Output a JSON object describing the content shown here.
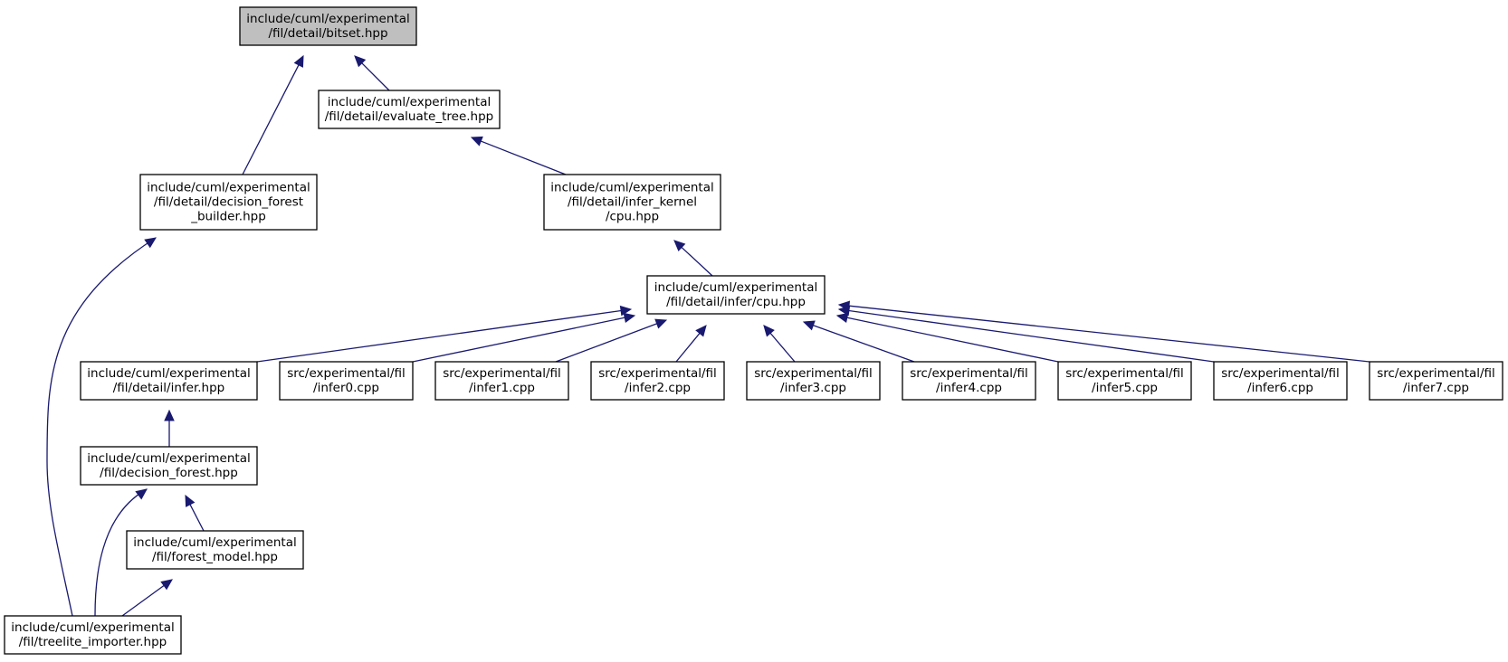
{
  "nodes": [
    {
      "id": "bitset",
      "lines": [
        "include/cuml/experimental",
        "/fil/detail/bitset.hpp"
      ],
      "highlighted": true
    },
    {
      "id": "evaluate_tree",
      "lines": [
        "include/cuml/experimental",
        "/fil/detail/evaluate_tree.hpp"
      ]
    },
    {
      "id": "decision_forest_builder",
      "lines": [
        "include/cuml/experimental",
        "/fil/detail/decision_forest",
        "_builder.hpp"
      ]
    },
    {
      "id": "infer_kernel_cpu",
      "lines": [
        "include/cuml/experimental",
        "/fil/detail/infer_kernel",
        "/cpu.hpp"
      ]
    },
    {
      "id": "infer_cpu",
      "lines": [
        "include/cuml/experimental",
        "/fil/detail/infer/cpu.hpp"
      ]
    },
    {
      "id": "infer_hpp",
      "lines": [
        "include/cuml/experimental",
        "/fil/detail/infer.hpp"
      ]
    },
    {
      "id": "infer0",
      "lines": [
        "src/experimental/fil",
        "/infer0.cpp"
      ]
    },
    {
      "id": "infer1",
      "lines": [
        "src/experimental/fil",
        "/infer1.cpp"
      ]
    },
    {
      "id": "infer2",
      "lines": [
        "src/experimental/fil",
        "/infer2.cpp"
      ]
    },
    {
      "id": "infer3",
      "lines": [
        "src/experimental/fil",
        "/infer3.cpp"
      ]
    },
    {
      "id": "infer4",
      "lines": [
        "src/experimental/fil",
        "/infer4.cpp"
      ]
    },
    {
      "id": "infer5",
      "lines": [
        "src/experimental/fil",
        "/infer5.cpp"
      ]
    },
    {
      "id": "infer6",
      "lines": [
        "src/experimental/fil",
        "/infer6.cpp"
      ]
    },
    {
      "id": "infer7",
      "lines": [
        "src/experimental/fil",
        "/infer7.cpp"
      ]
    },
    {
      "id": "decision_forest",
      "lines": [
        "include/cuml/experimental",
        "/fil/decision_forest.hpp"
      ]
    },
    {
      "id": "forest_model",
      "lines": [
        "include/cuml/experimental",
        "/fil/forest_model.hpp"
      ]
    },
    {
      "id": "treelite_importer",
      "lines": [
        "include/cuml/experimental",
        "/fil/treelite_importer.hpp"
      ]
    }
  ],
  "edges": [
    {
      "from": "bitset",
      "to": "evaluate_tree"
    },
    {
      "from": "bitset",
      "to": "decision_forest_builder"
    },
    {
      "from": "evaluate_tree",
      "to": "infer_kernel_cpu"
    },
    {
      "from": "infer_kernel_cpu",
      "to": "infer_cpu"
    },
    {
      "from": "infer_cpu",
      "to": "infer_hpp"
    },
    {
      "from": "infer_cpu",
      "to": "infer0"
    },
    {
      "from": "infer_cpu",
      "to": "infer1"
    },
    {
      "from": "infer_cpu",
      "to": "infer2"
    },
    {
      "from": "infer_cpu",
      "to": "infer3"
    },
    {
      "from": "infer_cpu",
      "to": "infer4"
    },
    {
      "from": "infer_cpu",
      "to": "infer5"
    },
    {
      "from": "infer_cpu",
      "to": "infer6"
    },
    {
      "from": "infer_cpu",
      "to": "infer7"
    },
    {
      "from": "infer_hpp",
      "to": "decision_forest"
    },
    {
      "from": "decision_forest",
      "to": "forest_model"
    },
    {
      "from": "decision_forest",
      "to": "treelite_importer"
    },
    {
      "from": "forest_model",
      "to": "treelite_importer"
    },
    {
      "from": "decision_forest_builder",
      "to": "treelite_importer"
    }
  ],
  "colors": {
    "edge": "#191970",
    "node_border": "#000000",
    "node_fill": "#ffffff",
    "highlight_fill": "#bfbfbf"
  }
}
